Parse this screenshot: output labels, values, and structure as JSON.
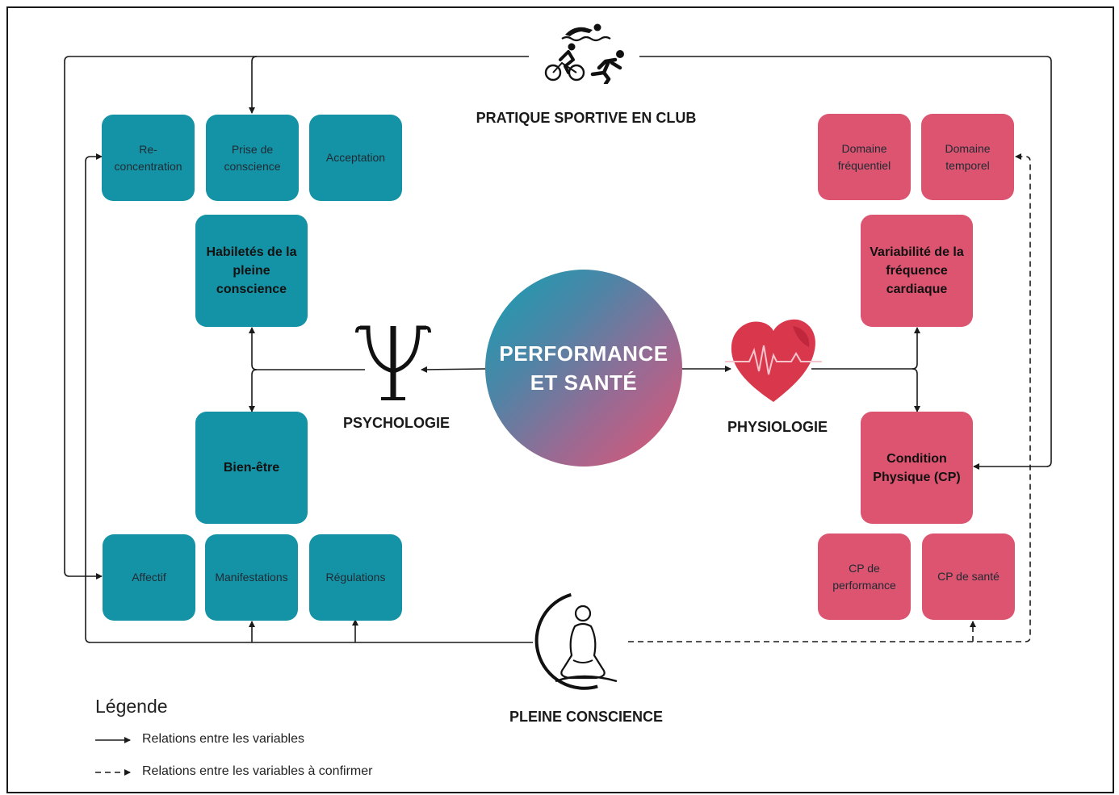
{
  "top_label": "PRATIQUE SPORTIVE EN CLUB",
  "center_label_line1": "PERFORMANCE",
  "center_label_line2": "ET SANTÉ",
  "psychology_label": "PSYCHOLOGIE",
  "physiology_label": "PHYSIOLOGIE",
  "mindfulness_label": "PLEINE CONSCIENCE",
  "left": {
    "top_boxes": [
      "Re-concentration",
      "Prise de conscience",
      "Acceptation"
    ],
    "skills": "Habiletés de la pleine conscience",
    "wellbeing": "Bien-être",
    "bottom_boxes": [
      "Affectif",
      "Manifestations",
      "Régulations"
    ]
  },
  "right": {
    "top_boxes": [
      "Domaine fréquentiel",
      "Domaine temporel"
    ],
    "hrv": "Variabilité de la fréquence cardiaque",
    "fitness": "Condition Physique (CP)",
    "bottom_boxes": [
      "CP de performance",
      "CP de santé"
    ]
  },
  "legend": {
    "title": "Légende",
    "solid": "Relations entre les variables",
    "dashed": "Relations entre les variables à confirmer"
  },
  "colors": {
    "teal": "#1593a6",
    "pink": "#dc5470",
    "line": "#1a1a1a"
  },
  "icons": [
    "swimmer-icon",
    "cyclist-icon",
    "runner-icon",
    "psi-icon",
    "heart-icon",
    "meditation-icon"
  ]
}
